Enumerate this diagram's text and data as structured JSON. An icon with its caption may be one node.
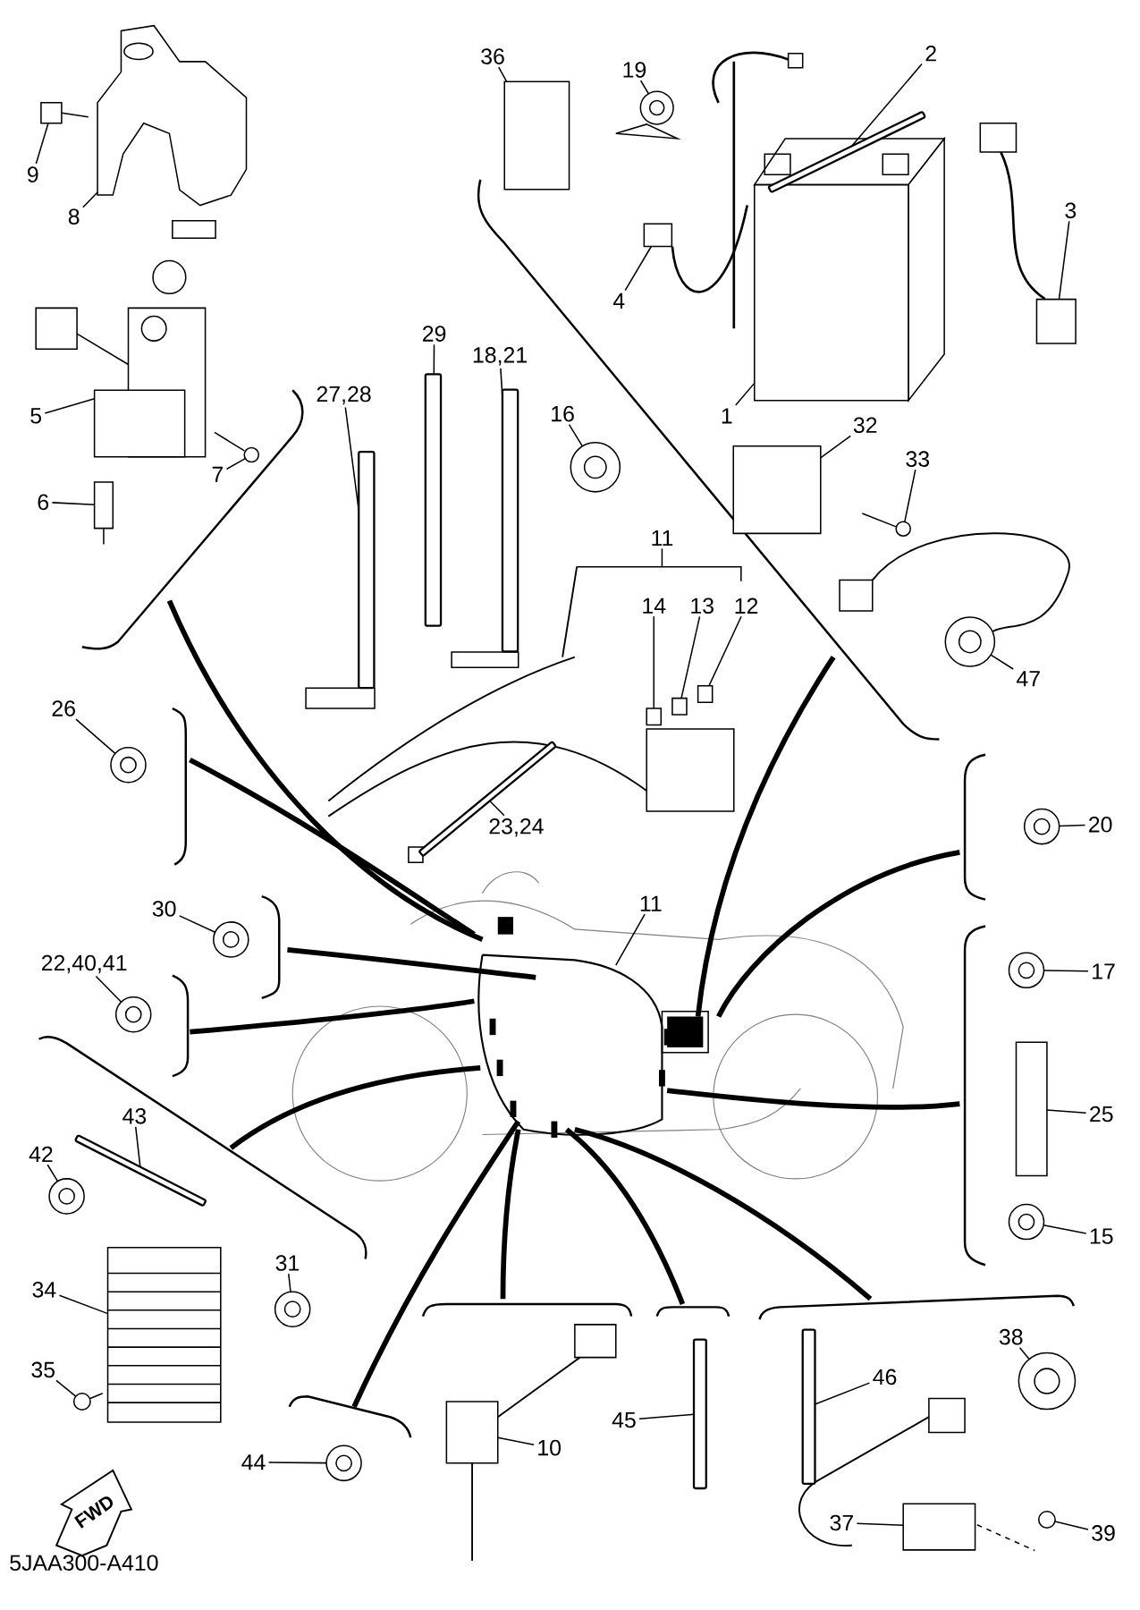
{
  "diagram": {
    "nodes": [
      {
        "text": [
          "36"
        ]
      },
      {
        "text": [
          "19"
        ]
      },
      {
        "text": [
          "2"
        ]
      },
      {
        "text": [
          "3"
        ]
      },
      {
        "text": [
          "4"
        ]
      },
      {
        "text": [
          "1"
        ]
      },
      {
        "text": [
          "9"
        ]
      },
      {
        "text": [
          "8"
        ]
      },
      {
        "text": [
          "5"
        ]
      },
      {
        "text": [
          "6"
        ]
      },
      {
        "text": [
          "7"
        ]
      },
      {
        "text": [
          "29"
        ]
      },
      {
        "text": [
          "27,28"
        ]
      },
      {
        "text": [
          "18,21"
        ]
      },
      {
        "text": [
          "16"
        ]
      },
      {
        "text": [
          "11"
        ]
      },
      {
        "text": [
          "14"
        ]
      },
      {
        "text": [
          "13"
        ]
      },
      {
        "text": [
          "12"
        ]
      },
      {
        "text": [
          "32"
        ]
      },
      {
        "text": [
          "33"
        ]
      },
      {
        "text": [
          "47"
        ]
      },
      {
        "text": [
          "23,24"
        ]
      },
      {
        "text": [
          "26"
        ]
      },
      {
        "text": [
          "20"
        ]
      },
      {
        "text": [
          "30"
        ]
      },
      {
        "text": [
          "11"
        ]
      },
      {
        "text": [
          "22,40,41"
        ]
      },
      {
        "text": [
          "17"
        ]
      },
      {
        "text": [
          "25"
        ]
      },
      {
        "text": [
          "15"
        ]
      },
      {
        "text": [
          "43"
        ]
      },
      {
        "text": [
          "42"
        ]
      },
      {
        "text": [
          "34"
        ]
      },
      {
        "text": [
          "35"
        ]
      },
      {
        "text": [
          "31"
        ]
      },
      {
        "text": [
          "44"
        ]
      },
      {
        "text": [
          "10"
        ]
      },
      {
        "text": [
          "45"
        ]
      },
      {
        "text": [
          "46"
        ]
      },
      {
        "text": [
          "38"
        ]
      },
      {
        "text": [
          "37"
        ]
      },
      {
        "text": [
          "39"
        ]
      },
      {
        "text": [],
        "shape": "box"
      },
      {
        "text": [],
        "shape": "circle"
      },
      {
        "text": [],
        "shape": "bar"
      },
      {
        "text": [],
        "shape": "box"
      },
      {
        "text": [],
        "shape": "box"
      },
      {
        "text": [],
        "shape": "box"
      },
      {
        "text": [],
        "shape": "box"
      },
      {
        "text": [],
        "shape": "picture"
      },
      {
        "text": [],
        "shape": "picture"
      },
      {
        "text": [],
        "shape": "box"
      },
      {
        "text": [],
        "shape": "circle"
      },
      {
        "text": [],
        "shape": "bar"
      },
      {
        "text": [],
        "shape": "bar"
      },
      {
        "text": [],
        "shape": "bar"
      },
      {
        "text": [],
        "shape": "circle"
      },
      {
        "text": [],
        "shape": "box"
      },
      {
        "text": [],
        "shape": "box"
      },
      {
        "text": [],
        "shape": "box"
      },
      {
        "text": [],
        "shape": "box"
      },
      {
        "text": [],
        "shape": "circle"
      },
      {
        "text": [],
        "shape": "circle"
      },
      {
        "text": [],
        "shape": "bar"
      },
      {
        "text": [],
        "shape": "circle"
      },
      {
        "text": [],
        "shape": "circle"
      },
      {
        "text": [],
        "shape": "circle"
      },
      {
        "text": [],
        "shape": "circle"
      },
      {
        "text": [],
        "shape": "circle"
      },
      {
        "text": [],
        "shape": "box"
      },
      {
        "text": [],
        "shape": "circle"
      },
      {
        "text": [],
        "shape": "bar"
      },
      {
        "text": [],
        "shape": "circle"
      },
      {
        "text": [],
        "shape": "picture"
      },
      {
        "text": [],
        "shape": "circle"
      },
      {
        "text": [],
        "shape": "circle"
      },
      {
        "text": [],
        "shape": "circle"
      },
      {
        "text": [],
        "shape": "box"
      },
      {
        "text": [],
        "shape": "bar"
      },
      {
        "text": [],
        "shape": "bar"
      },
      {
        "text": [],
        "shape": "circle"
      },
      {
        "text": [],
        "shape": "box"
      },
      {
        "text": [],
        "shape": "circle"
      }
    ],
    "edges": [
      {
        "from": 0,
        "to": 43,
        "arrow": "none"
      },
      {
        "from": 1,
        "to": 44,
        "arrow": "none"
      },
      {
        "from": 2,
        "to": 45,
        "arrow": "none"
      },
      {
        "from": 3,
        "to": 46,
        "arrow": "none"
      },
      {
        "from": 4,
        "to": 47,
        "arrow": "none"
      },
      {
        "from": 5,
        "to": 48,
        "arrow": "none"
      },
      {
        "from": 6,
        "to": 49,
        "arrow": "none"
      },
      {
        "from": 7,
        "to": 50,
        "arrow": "none"
      },
      {
        "from": 8,
        "to": 51,
        "arrow": "none"
      },
      {
        "from": 9,
        "to": 52,
        "arrow": "none"
      },
      {
        "from": 10,
        "to": 53,
        "arrow": "none"
      },
      {
        "from": 11,
        "to": 54,
        "arrow": "none"
      },
      {
        "from": 12,
        "to": 55,
        "arrow": "none"
      },
      {
        "from": 13,
        "to": 56,
        "arrow": "none"
      },
      {
        "from": 14,
        "to": 57,
        "arrow": "none"
      },
      {
        "from": 15,
        "to": null,
        "arrow": "none"
      },
      {
        "from": 16,
        "to": 58,
        "arrow": "none"
      },
      {
        "from": 17,
        "to": 59,
        "arrow": "none"
      },
      {
        "from": 18,
        "to": 60,
        "arrow": "none"
      },
      {
        "from": 19,
        "to": 61,
        "arrow": "none"
      },
      {
        "from": 20,
        "to": 62,
        "arrow": "none"
      },
      {
        "from": 21,
        "to": 63,
        "arrow": "none"
      },
      {
        "from": 22,
        "to": 64,
        "arrow": "none"
      },
      {
        "from": 23,
        "to": 65,
        "arrow": "none"
      },
      {
        "from": 24,
        "to": 66,
        "arrow": "none"
      },
      {
        "from": 25,
        "to": 67,
        "arrow": "none"
      },
      {
        "from": 26,
        "to": null,
        "arrow": "none"
      },
      {
        "from": 27,
        "to": 68,
        "arrow": "none"
      },
      {
        "from": 28,
        "to": 69,
        "arrow": "none"
      },
      {
        "from": 29,
        "to": 70,
        "arrow": "none"
      },
      {
        "from": 30,
        "to": 71,
        "arrow": "none"
      },
      {
        "from": 31,
        "to": 72,
        "arrow": "none"
      },
      {
        "from": 32,
        "to": 73,
        "arrow": "none"
      },
      {
        "from": 33,
        "to": 74,
        "arrow": "none"
      },
      {
        "from": 34,
        "to": 75,
        "arrow": "none"
      },
      {
        "from": 35,
        "to": 76,
        "arrow": "none"
      },
      {
        "from": 36,
        "to": 77,
        "arrow": "none"
      },
      {
        "from": 37,
        "to": 78,
        "arrow": "none"
      },
      {
        "from": 38,
        "to": 79,
        "arrow": "none"
      },
      {
        "from": 39,
        "to": 80,
        "arrow": "none"
      },
      {
        "from": 40,
        "to": 81,
        "arrow": "none"
      },
      {
        "from": 41,
        "to": 82,
        "arrow": "none"
      },
      {
        "from": 42,
        "to": 83,
        "arrow": "none"
      }
    ],
    "labels": [
      "FWD",
      "5JAA300-A410"
    ]
  }
}
